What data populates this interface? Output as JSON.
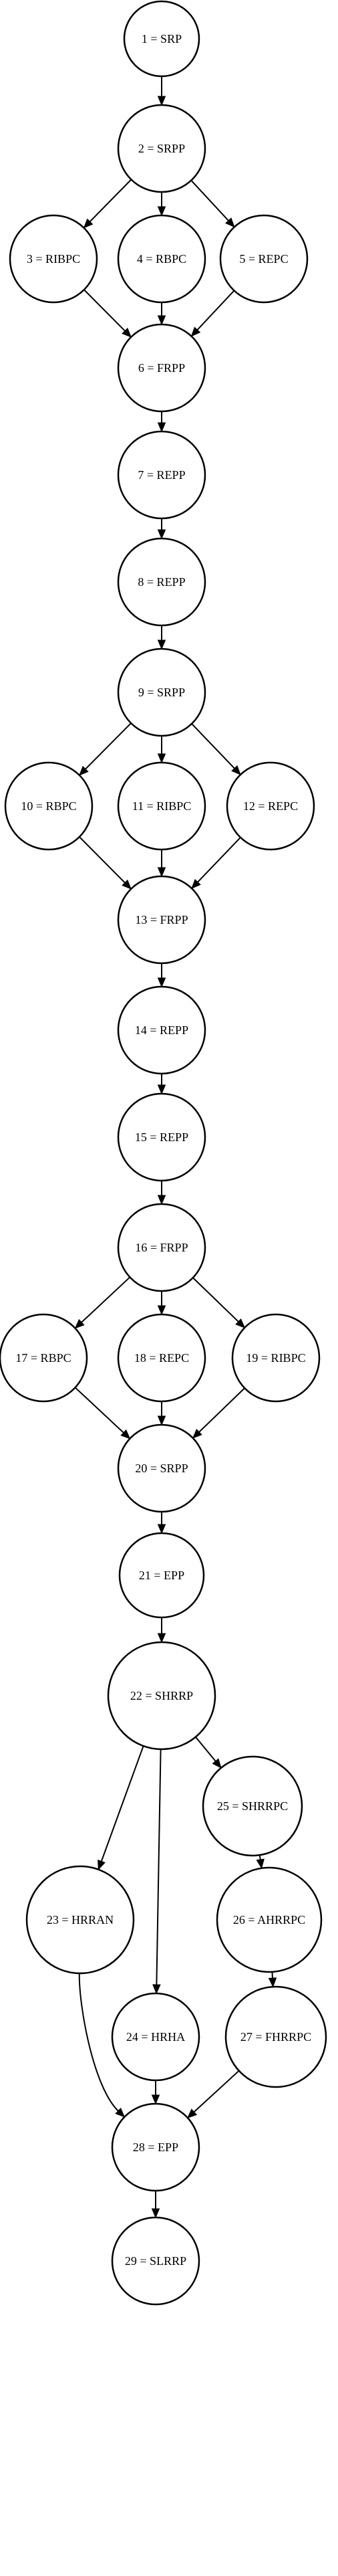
{
  "graph": {
    "nodes": [
      {
        "id": 1,
        "label": "1 = SRP"
      },
      {
        "id": 2,
        "label": "2 = SRPP"
      },
      {
        "id": 3,
        "label": "3 = RIBPC"
      },
      {
        "id": 4,
        "label": "4 = RBPC"
      },
      {
        "id": 5,
        "label": "5 = REPC"
      },
      {
        "id": 6,
        "label": "6 = FRPP"
      },
      {
        "id": 7,
        "label": "7 = REPP"
      },
      {
        "id": 8,
        "label": "8 = REPP"
      },
      {
        "id": 9,
        "label": "9 = SRPP"
      },
      {
        "id": 10,
        "label": "10 = RBPC"
      },
      {
        "id": 11,
        "label": "11 = RIBPC"
      },
      {
        "id": 12,
        "label": "12 = REPC"
      },
      {
        "id": 13,
        "label": "13 = FRPP"
      },
      {
        "id": 14,
        "label": "14 = REPP"
      },
      {
        "id": 15,
        "label": "15 = REPP"
      },
      {
        "id": 16,
        "label": "16 = FRPP"
      },
      {
        "id": 17,
        "label": "17 = RBPC"
      },
      {
        "id": 18,
        "label": "18 = REPC"
      },
      {
        "id": 19,
        "label": "19 = RIBPC"
      },
      {
        "id": 20,
        "label": "20 = SRPP"
      },
      {
        "id": 21,
        "label": "21 = EPP"
      },
      {
        "id": 22,
        "label": "22 = SHRRP"
      },
      {
        "id": 23,
        "label": "23 = HRRAN"
      },
      {
        "id": 24,
        "label": "24 = HRHA"
      },
      {
        "id": 25,
        "label": "25 = SHRRPC"
      },
      {
        "id": 26,
        "label": "26 = AHRRPC"
      },
      {
        "id": 27,
        "label": "27 = FHRRPC"
      },
      {
        "id": 28,
        "label": "28 = EPP"
      },
      {
        "id": 29,
        "label": "29 = SLRRP"
      }
    ],
    "edges": [
      [
        1,
        2
      ],
      [
        2,
        3
      ],
      [
        2,
        4
      ],
      [
        2,
        5
      ],
      [
        3,
        6
      ],
      [
        4,
        6
      ],
      [
        5,
        6
      ],
      [
        6,
        7
      ],
      [
        7,
        8
      ],
      [
        8,
        9
      ],
      [
        9,
        10
      ],
      [
        9,
        11
      ],
      [
        9,
        12
      ],
      [
        10,
        13
      ],
      [
        11,
        13
      ],
      [
        12,
        13
      ],
      [
        13,
        14
      ],
      [
        14,
        15
      ],
      [
        15,
        16
      ],
      [
        16,
        17
      ],
      [
        16,
        18
      ],
      [
        16,
        19
      ],
      [
        17,
        20
      ],
      [
        18,
        20
      ],
      [
        19,
        20
      ],
      [
        20,
        21
      ],
      [
        21,
        22
      ],
      [
        22,
        23
      ],
      [
        22,
        24
      ],
      [
        22,
        25
      ],
      [
        25,
        26
      ],
      [
        26,
        27
      ],
      [
        23,
        28
      ],
      [
        24,
        28
      ],
      [
        27,
        28
      ],
      [
        28,
        29
      ]
    ]
  }
}
